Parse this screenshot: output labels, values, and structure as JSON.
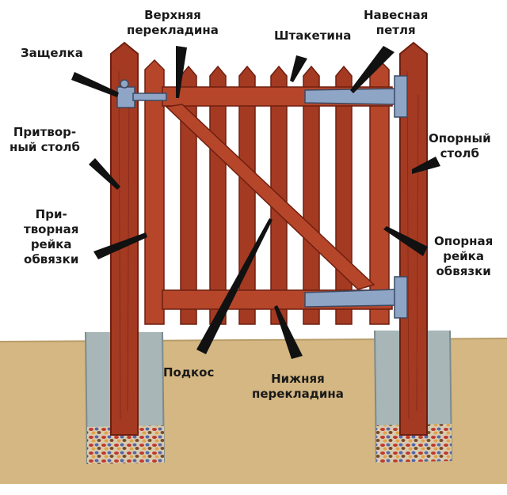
{
  "labels": {
    "zashchelka": [
      "Защелка"
    ],
    "verkhnyaya": [
      "Верхняя",
      "перекладина"
    ],
    "shtaketina": [
      "Штакетина"
    ],
    "navesnaya": [
      "Навесная",
      "петля"
    ],
    "pritvorny_stolb": [
      "Притвор-",
      "ный столб"
    ],
    "opornyi_stolb": [
      "Опорный",
      "столб"
    ],
    "pritvornaya_reika": [
      "При-",
      "творная",
      "рейка",
      "обвязки"
    ],
    "opornaya_reika": [
      "Опорная",
      "рейка",
      "обвязки"
    ],
    "podkos": [
      "Подкос"
    ],
    "nizhnyaya": [
      "Нижняя",
      "перекладина"
    ]
  },
  "colors": {
    "wood": "#a43a22",
    "wood_dark": "#6e1f10",
    "soil": "#d4b782",
    "concrete": "#a8b6b8",
    "metal": "#8fa5c6",
    "pointer": "#111111"
  }
}
